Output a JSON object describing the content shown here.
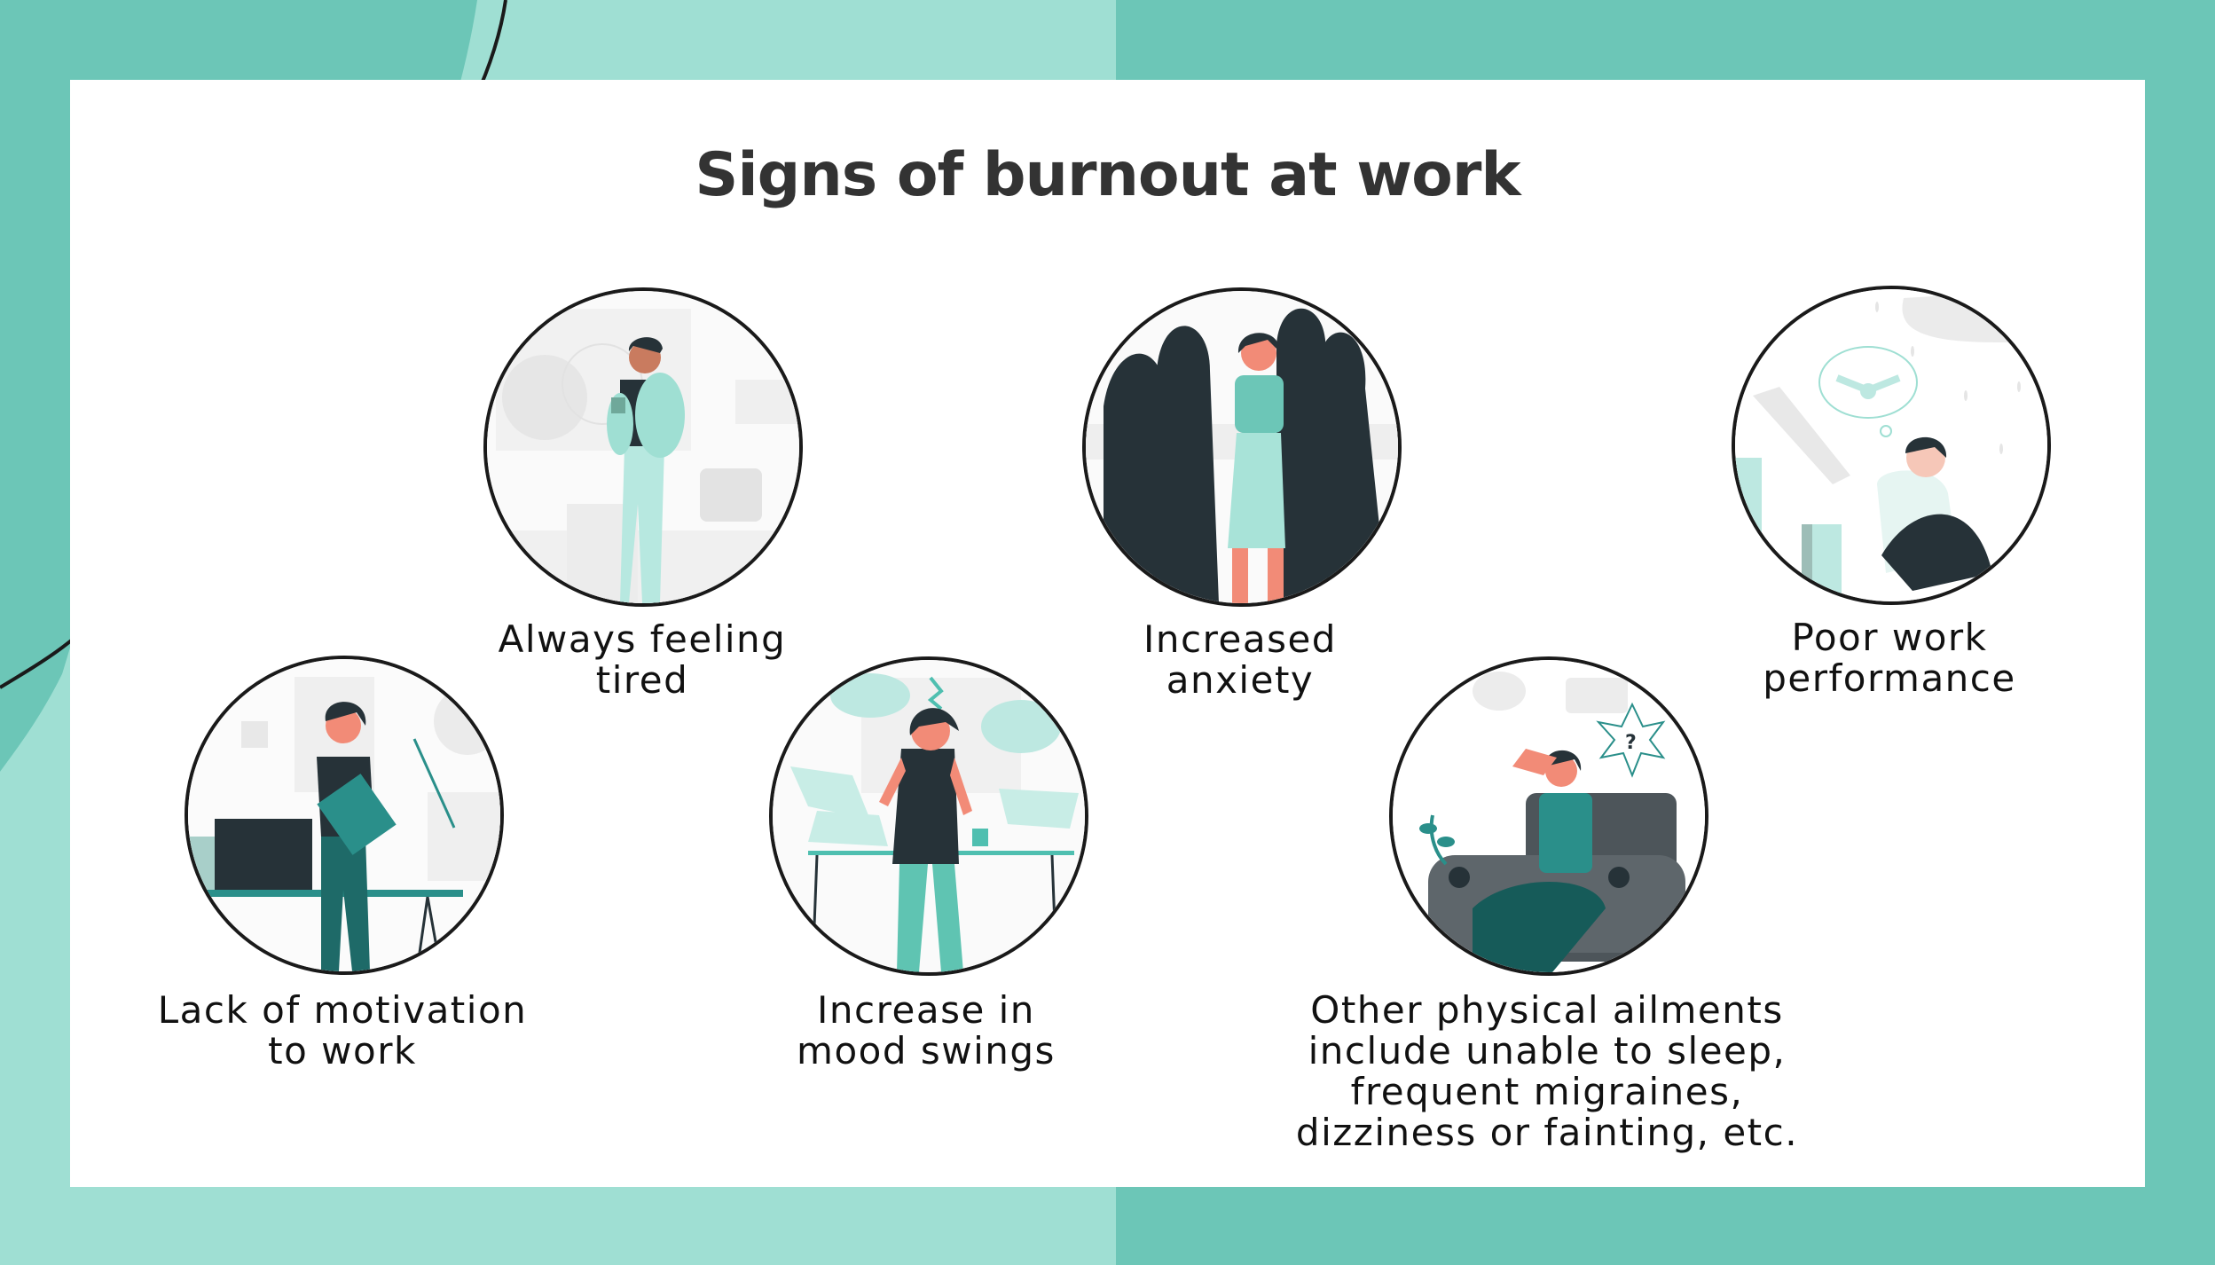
{
  "title": "Signs of burnout at work",
  "colors": {
    "background_light": "#9FDFD3",
    "background_dark": "#6CC6B7",
    "panel": "#FFFFFF",
    "title_text": "#333333",
    "label_text": "#111111",
    "circle_border": "#1A1A1A",
    "accent_teal": "#2A8F8A",
    "accent_mint": "#A8E3D8",
    "dark_figure": "#263238",
    "skin": "#F28B77"
  },
  "signs": [
    {
      "id": "tired",
      "lines": [
        "Always feeling",
        "tired"
      ],
      "illustration": "tired-man-with-pillow-and-mug-icon"
    },
    {
      "id": "anxiety",
      "lines": [
        "Increased",
        "anxiety"
      ],
      "illustration": "anxious-woman-in-crowd-icon"
    },
    {
      "id": "performance",
      "lines": [
        "Poor work",
        "performance"
      ],
      "illustration": "sad-man-with-falling-chart-icon"
    },
    {
      "id": "motivation",
      "lines": [
        "Lack of motivation",
        "to work"
      ],
      "illustration": "unmotivated-man-at-desk-icon"
    },
    {
      "id": "mood",
      "lines": [
        "Increase in",
        "mood swings"
      ],
      "illustration": "angry-woman-with-flying-papers-icon"
    },
    {
      "id": "physical",
      "lines": [
        "Other physical ailments",
        "include unable to sleep,",
        "frequent migraines,",
        "dizziness or fainting, etc."
      ],
      "illustration": "sick-woman-on-armchair-icon"
    }
  ],
  "thought_bubble_symbol": "?"
}
